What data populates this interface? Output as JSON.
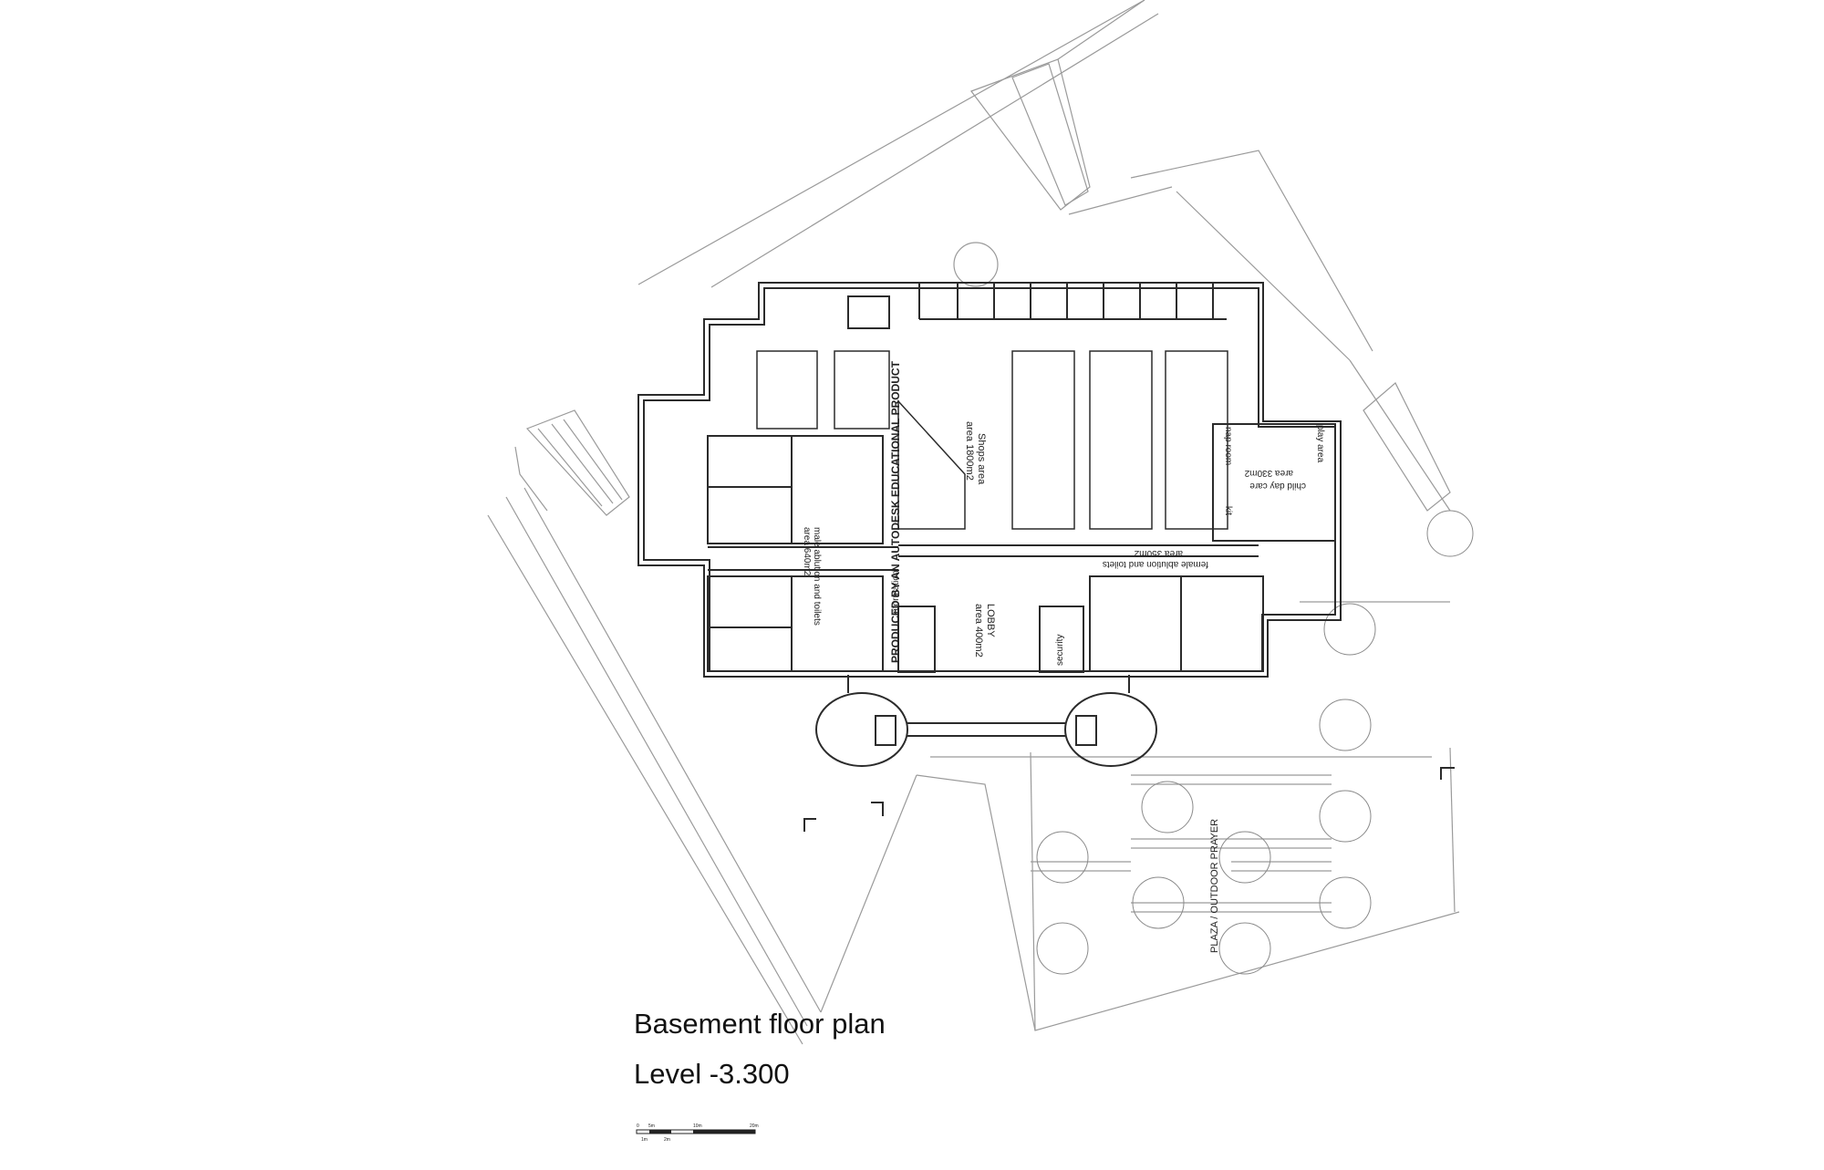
{
  "drawing": {
    "title": "Basement floor plan",
    "level": "Level -3.300",
    "watermark": "PRODUCED BY AN AUTODESK EDUCATIONAL PRODUCT"
  },
  "rooms": {
    "shops": "Shops area",
    "shops_area": "area 1800m2",
    "lobby": "LOBBY",
    "lobby_area": "area 400m2",
    "male": "male ablution and toilets",
    "male_area": "area 640m2",
    "female": "female ablution and toilets",
    "female_area": "area 350m2",
    "information": "information",
    "security": "security",
    "nap_room": "nap room",
    "play_area": "play area",
    "child_day_care": "child day care",
    "child_day_care_area": "area 330m2",
    "kit": "kit",
    "plaza": "PLAZA / OUTDOOR PRAYER"
  },
  "scale_bar": {
    "top_labels": [
      "0",
      "5m",
      "10m",
      "20m"
    ],
    "bottom_labels": [
      "1m",
      "2m"
    ]
  },
  "colors": {
    "line": "#2b2b2b",
    "light_line": "#9a9a9a",
    "text": "#222222"
  }
}
